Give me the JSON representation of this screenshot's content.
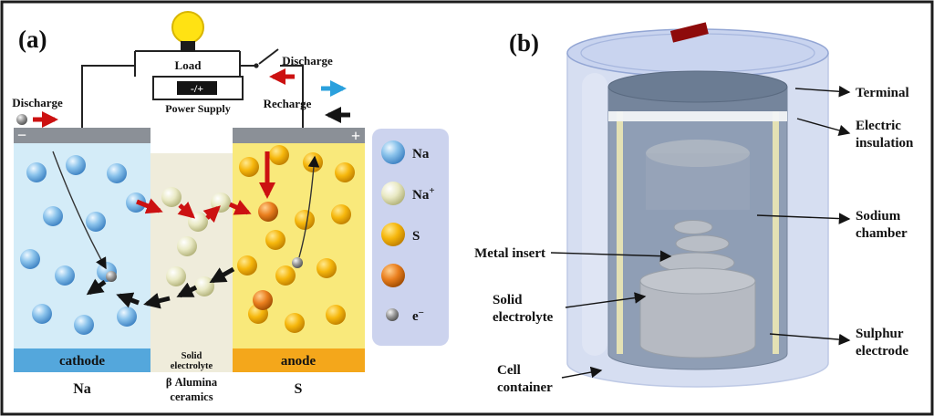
{
  "figure": {
    "panel_a_label": "(a)",
    "panel_b_label": "(b)"
  },
  "panel_a": {
    "discharge_left": "Discharge",
    "load": "Load",
    "power_supply_sign": "-/+",
    "power_supply": "Power Supply",
    "discharge_right": "Discharge",
    "recharge": "Recharge",
    "electrode_minus": "−",
    "electrode_plus": "+",
    "cathode": "cathode",
    "anode": "anode",
    "electrolyte_bar_line1": "Solid",
    "electrolyte_bar_line2": "electrolyte",
    "electrolyte_sub_line1": "β Alumina",
    "electrolyte_sub_line2": "ceramics",
    "cathode_material": "Na",
    "anode_material": "S",
    "legend": [
      {
        "base": "Na",
        "sup": ""
      },
      {
        "base": "Na",
        "sup": "+"
      },
      {
        "base": "S",
        "sup": ""
      },
      {
        "base": "",
        "sup": ""
      },
      {
        "base": "e",
        "sup": "−"
      }
    ]
  },
  "panel_b": {
    "labels": {
      "terminal": "Terminal",
      "electric_insulation": [
        "Electric",
        "insulation"
      ],
      "sodium_chamber": [
        "Sodium",
        "chamber"
      ],
      "metal_insert": "Metal insert",
      "solid_electrolyte": [
        "Solid",
        "electrolyte"
      ],
      "sulphur_electrode": [
        "Sulphur",
        "electrode"
      ],
      "cell_container": [
        "Cell",
        "container"
      ]
    }
  },
  "colors": {
    "na_sphere": "#4a90d9",
    "na_plus_sphere": "#dddfa8",
    "s_sphere": "#f0ad00",
    "s_dark_sphere": "#e07818",
    "electron_sphere": "#8a8a8a",
    "cathode_region": "#d4ecf8",
    "electrolyte_region": "#efecdb",
    "anode_region": "#f9e97b",
    "cathode_bar": "#54a7dc",
    "anode_bar": "#f4a71b",
    "electrode_gray": "#8b9097",
    "legend_box": "#ccd3ee",
    "discharge_arrow": "#cc1111",
    "recharge_arrow": "#2aa0dd"
  },
  "particles": {
    "na_cathode": {
      "fill": "blue",
      "r": 11,
      "points": [
        [
          40,
          189
        ],
        [
          83,
          181
        ],
        [
          128,
          190
        ],
        [
          58,
          237
        ],
        [
          105,
          243
        ],
        [
          149,
          222
        ],
        [
          33,
          284
        ],
        [
          71,
          302
        ],
        [
          117,
          298
        ],
        [
          46,
          344
        ],
        [
          92,
          356
        ],
        [
          139,
          347
        ]
      ]
    },
    "na_plus_electrolyte": {
      "fill": "pale",
      "r": 11,
      "points": [
        [
          188,
          216
        ],
        [
          217,
          243
        ],
        [
          242,
          222
        ],
        [
          205,
          270
        ],
        [
          193,
          303
        ],
        [
          224,
          314
        ]
      ]
    },
    "s_anode": {
      "fill": "gold",
      "r": 11,
      "points": [
        [
          273,
          183
        ],
        [
          306,
          170
        ],
        [
          343,
          178
        ],
        [
          378,
          189
        ],
        [
          334,
          241
        ],
        [
          374,
          235
        ],
        [
          271,
          291
        ],
        [
          313,
          302
        ],
        [
          358,
          294
        ],
        [
          283,
          344
        ],
        [
          323,
          354
        ],
        [
          368,
          345
        ],
        [
          302,
          263
        ]
      ]
    },
    "s_dark_anode": {
      "fill": "orange",
      "r": 11,
      "points": [
        [
          294,
          232
        ],
        [
          288,
          329
        ]
      ]
    },
    "electrons": {
      "fill": "gray",
      "r": 6,
      "points": [
        [
          122,
          303
        ],
        [
          326,
          288
        ],
        [
          24,
          131
        ]
      ]
    }
  }
}
